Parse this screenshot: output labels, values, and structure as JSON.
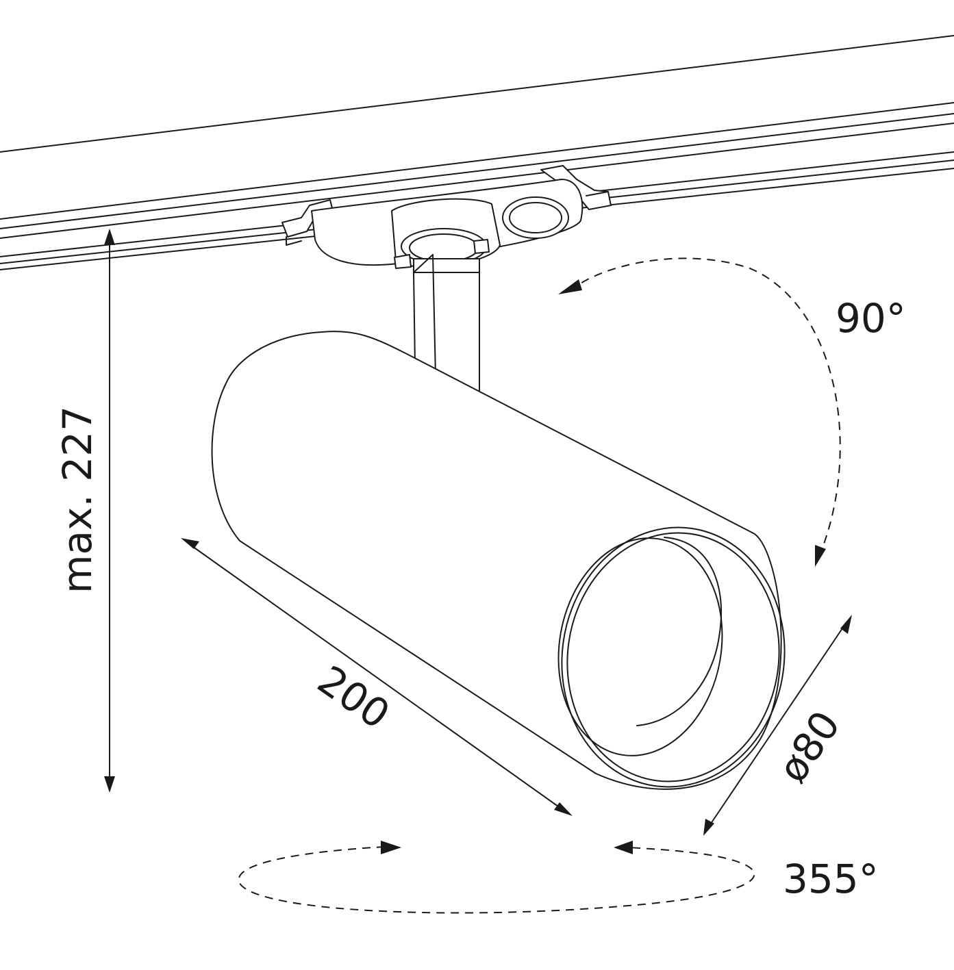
{
  "labels": {
    "height": "max. 227",
    "length": "200",
    "diameter": "ø80",
    "tilt": "90°",
    "rotation": "355°"
  }
}
